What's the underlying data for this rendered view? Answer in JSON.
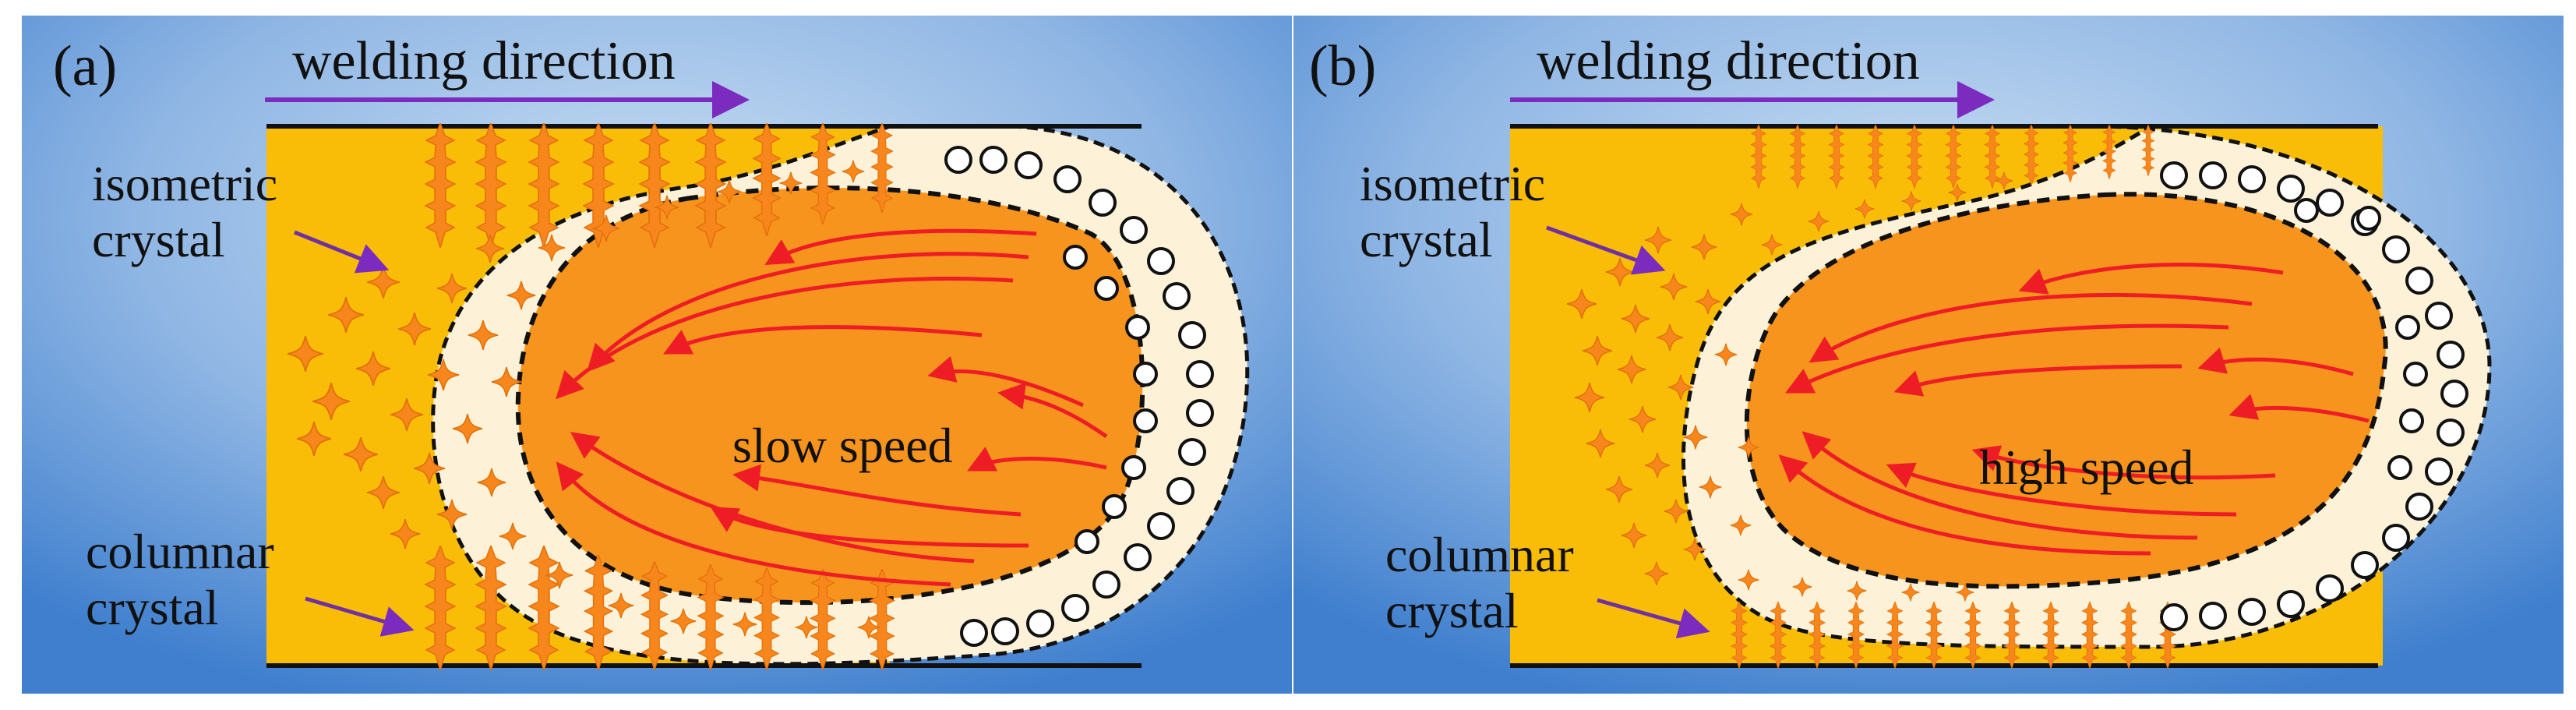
{
  "panels": [
    {
      "tag": "(a)",
      "direction_label": "welding direction",
      "isometric_label": [
        "isometric",
        "crystal"
      ],
      "columnar_label": [
        "columnar",
        "crystal"
      ],
      "speed_label": "slow speed"
    },
    {
      "tag": "(b)",
      "direction_label": "welding direction",
      "isometric_label": [
        "isometric",
        "crystal"
      ],
      "columnar_label": [
        "columnar",
        "crystal"
      ],
      "speed_label": "high speed"
    }
  ],
  "colors": {
    "background_edge": "#3a7fd0",
    "background_center": "#b8d3ef",
    "solid_weld": "#f9bd07",
    "melt_pool": "#f7941d",
    "mushy_zone": "#fdf2d8",
    "crystal": "#f7861c",
    "crystal_dark": "#e07009",
    "flow_arrow": "#ee1c25",
    "direction_arrow": "#7b2cbf",
    "pointer_arrow": "#7030a0"
  }
}
